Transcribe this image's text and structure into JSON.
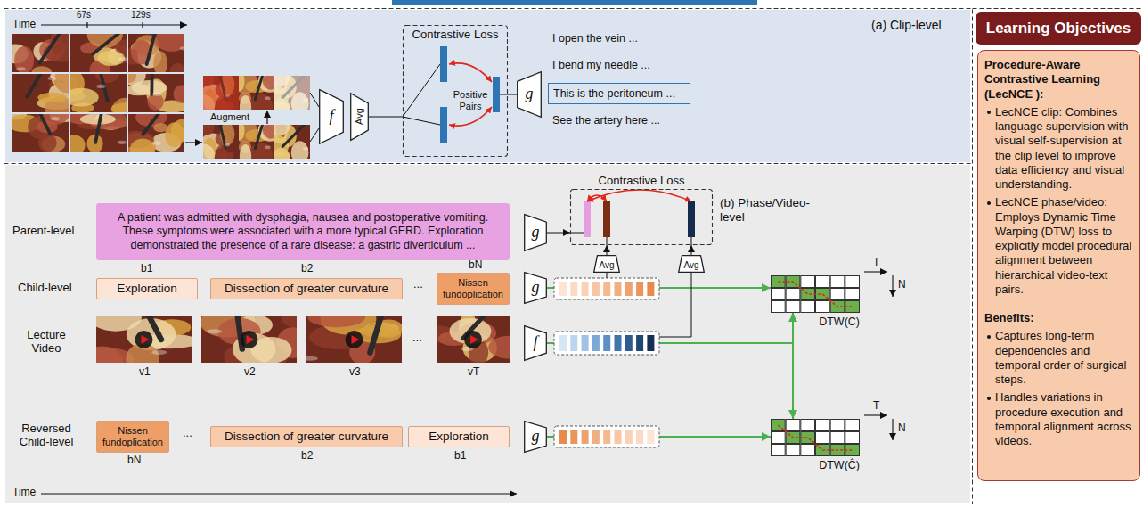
{
  "diagram": {
    "nodes": [
      {
        "text": [
          "f"
        ]
      },
      {
        "text": [
          "Avg"
        ]
      },
      {
        "text": [
          "Contrastive Loss",
          "Positive Pairs"
        ]
      },
      {
        "text": [
          "g"
        ]
      },
      {
        "text": [
          "This is the peritoneum ..."
        ]
      },
      {
        "text": [
          "A patient was admitted with dysphagia, nausea and postoperative vomiting. These symptoms were associated with a more typical GERD. Exploration demonstrated the presence of a rare disease: a gastric diverticulum ..."
        ]
      },
      {
        "text": [
          "Contrastive Loss"
        ]
      },
      {
        "text": [
          "g"
        ]
      },
      {
        "text": [
          "Avg"
        ]
      },
      {
        "text": [
          "Avg"
        ]
      },
      {
        "text": [
          "Exploration"
        ]
      },
      {
        "text": [
          "Dissection of greater curvature"
        ]
      },
      {
        "text": [
          "Nissen fundoplication"
        ]
      },
      {
        "text": [
          "g"
        ]
      },
      {
        "text": [
          "DTW(C)"
        ]
      },
      {
        "text": [
          "f"
        ]
      },
      {
        "text": [
          "Nissen fundoplication"
        ]
      },
      {
        "text": [
          "Dissection of greater curvature"
        ]
      },
      {
        "text": [
          "Exploration"
        ]
      },
      {
        "text": [
          "g"
        ]
      },
      {
        "text": [
          "DTW(Ĉ)"
        ]
      },
      {
        "text": [
          "Learning Objectives"
        ]
      },
      {
        "text": [
          "Procedure-Aware Contrastive Learning (LecNCE ):",
          "LecNCE clip: Combines language supervision with visual self-supervision at the clip level to improve data efficiency and visual understanding.",
          "LecNCE phase/video: Employs Dynamic Time Warping (DTW) loss to explicitly model procedural alignment between hierarchical video-text pairs.",
          "Benefits:",
          "Captures long-term dependencies and temporal order of surgical steps.",
          "Handles variations in procedure execution and temporal alignment across videos."
        ]
      }
    ],
    "edges": [
      {
        "from": 1,
        "to": 2,
        "arrow": "none"
      },
      {
        "from": 3,
        "to": 2,
        "arrow": "none"
      },
      {
        "from": 7,
        "to": 6,
        "arrow": "to"
      },
      {
        "from": 8,
        "to": 6,
        "arrow": "to"
      },
      {
        "from": 9,
        "to": 6,
        "arrow": "to"
      },
      {
        "from": 13,
        "to": 14,
        "arrow": "to"
      },
      {
        "from": 15,
        "to": 14,
        "arrow": "to"
      },
      {
        "from": 15,
        "to": 20,
        "arrow": "to"
      },
      {
        "from": 19,
        "to": 20,
        "arrow": "to"
      }
    ],
    "labels": [
      "Time",
      "67s",
      "129s",
      "(a) Clip-level",
      "Augment",
      "I open the vein ...",
      "I bend my needle ...",
      "See the artery here ...",
      "(b) Phase/Video-level",
      "Parent-level",
      "b1",
      "b2",
      "bN",
      "Child-level",
      "...",
      "Lecture Video",
      "v1",
      "v2",
      "v3",
      "...",
      "vT",
      "Reversed Child-level",
      "...",
      "bN",
      "b2",
      "b1",
      "T",
      "N",
      "T",
      "N",
      "Time"
    ]
  }
}
